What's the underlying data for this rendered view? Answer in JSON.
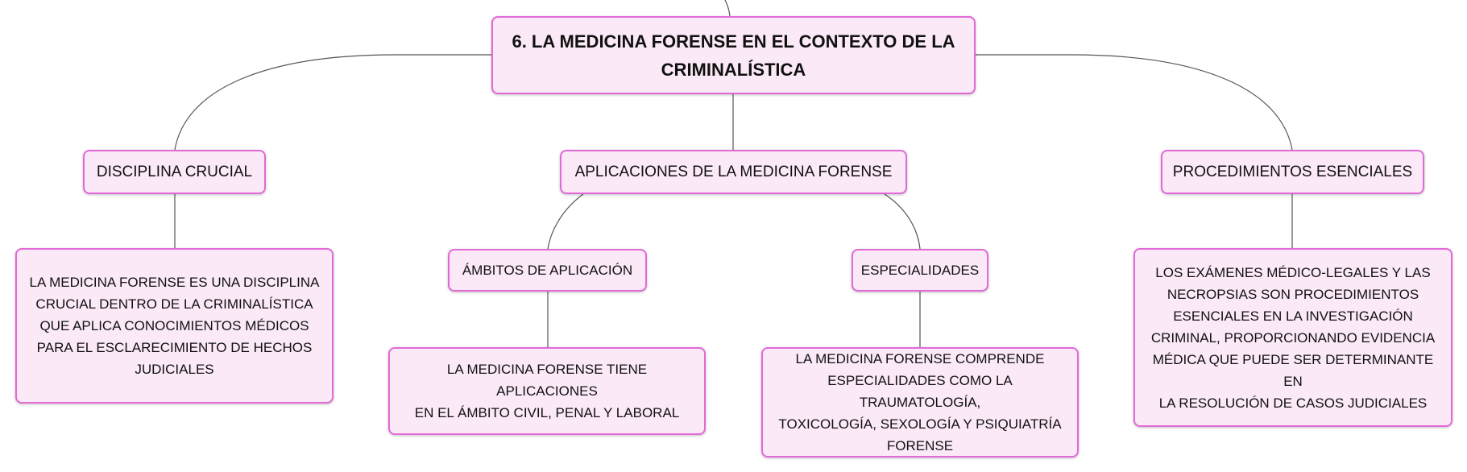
{
  "diagram": {
    "root": {
      "line1": "6. LA MEDICINA FORENSE EN EL CONTEXTO DE LA",
      "line2": "CRIMINALÍSTICA"
    },
    "disciplina": {
      "label": "DISCIPLINA CRUCIAL",
      "detail": [
        "LA MEDICINA FORENSE ES UNA DISCIPLINA",
        "CRUCIAL DENTRO DE LA CRIMINALÍSTICA",
        "QUE APLICA CONOCIMIENTOS MÉDICOS",
        "PARA EL ESCLARECIMIENTO DE HECHOS",
        "JUDICIALES"
      ]
    },
    "aplicaciones": {
      "label": "APLICACIONES DE LA MEDICINA FORENSE",
      "ambitos": {
        "label": "ÁMBITOS DE APLICACIÓN",
        "detail": [
          "LA MEDICINA FORENSE TIENE APLICACIONES",
          "EN EL ÁMBITO CIVIL, PENAL Y LABORAL"
        ]
      },
      "especialidades": {
        "label": "ESPECIALIDADES",
        "detail": [
          "LA MEDICINA FORENSE COMPRENDE",
          "ESPECIALIDADES COMO LA TRAUMATOLOGÍA,",
          "TOXICOLOGÍA, SEXOLOGÍA Y PSIQUIATRÍA",
          "FORENSE"
        ]
      }
    },
    "procedimientos": {
      "label": "PROCEDIMIENTOS ESENCIALES",
      "detail": [
        "LOS EXÁMENES MÉDICO-LEGALES Y LAS",
        "NECROPSIAS SON PROCEDIMIENTOS",
        "ESENCIALES EN LA INVESTIGACIÓN",
        "CRIMINAL, PROPORCIONANDO EVIDENCIA",
        "MÉDICA QUE PUEDE SER DETERMINANTE EN",
        "LA RESOLUCIÓN DE CASOS JUDICIALES"
      ]
    }
  },
  "colors": {
    "node_fill": "#fbe9f8",
    "node_border": "#e26ad6",
    "connector": "#555555"
  }
}
